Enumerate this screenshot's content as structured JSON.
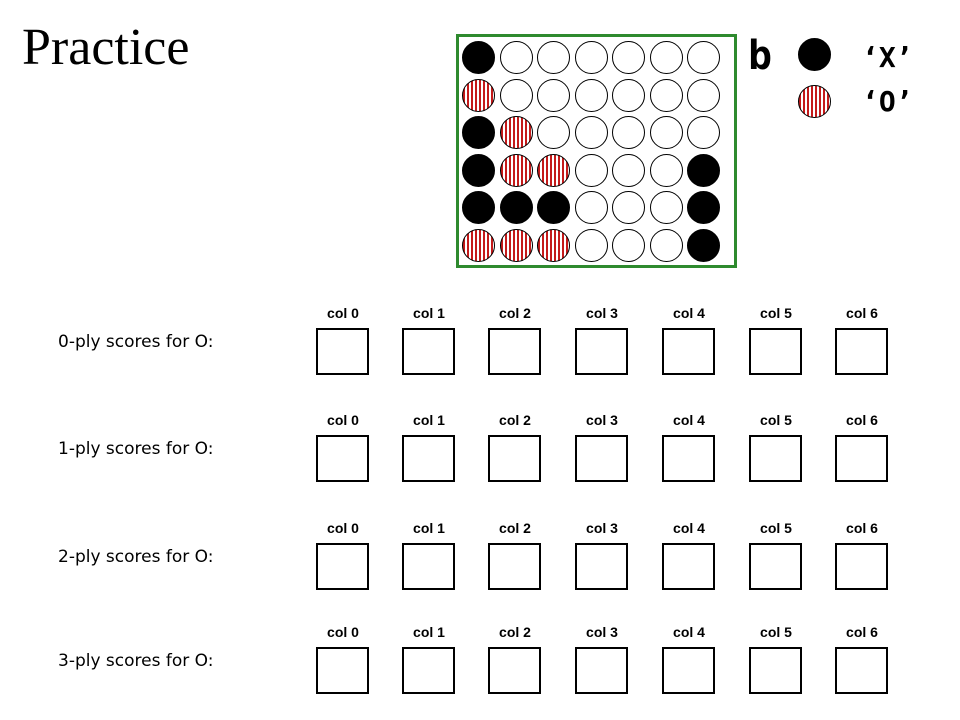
{
  "title": "Practice",
  "board": {
    "label": "b",
    "rows": [
      [
        "X",
        "",
        "",
        "",
        "",
        "",
        ""
      ],
      [
        "O",
        "",
        "",
        "",
        "",
        "",
        ""
      ],
      [
        "X",
        "O",
        "",
        "",
        "",
        "",
        ""
      ],
      [
        "X",
        "O",
        "O",
        "",
        "",
        "",
        "X"
      ],
      [
        "X",
        "X",
        "X",
        "",
        "",
        "",
        "X"
      ],
      [
        "O",
        "O",
        "O",
        "",
        "",
        "",
        "X"
      ]
    ],
    "border_color": "#2e8a2e"
  },
  "legend": [
    {
      "piece": "X",
      "label": "‘X’"
    },
    {
      "piece": "O",
      "label": "‘O’"
    }
  ],
  "colors": {
    "x_piece": "#000000",
    "o_piece_stripe": "#c41a1a"
  },
  "score_rows": [
    {
      "label": "0-ply scores for O:"
    },
    {
      "label": "1-ply scores for O:"
    },
    {
      "label": "2-ply scores for O:"
    },
    {
      "label": "3-ply scores for O:"
    }
  ],
  "columns": [
    "col 0",
    "col 1",
    "col 2",
    "col 3",
    "col 4",
    "col 5",
    "col 6"
  ]
}
